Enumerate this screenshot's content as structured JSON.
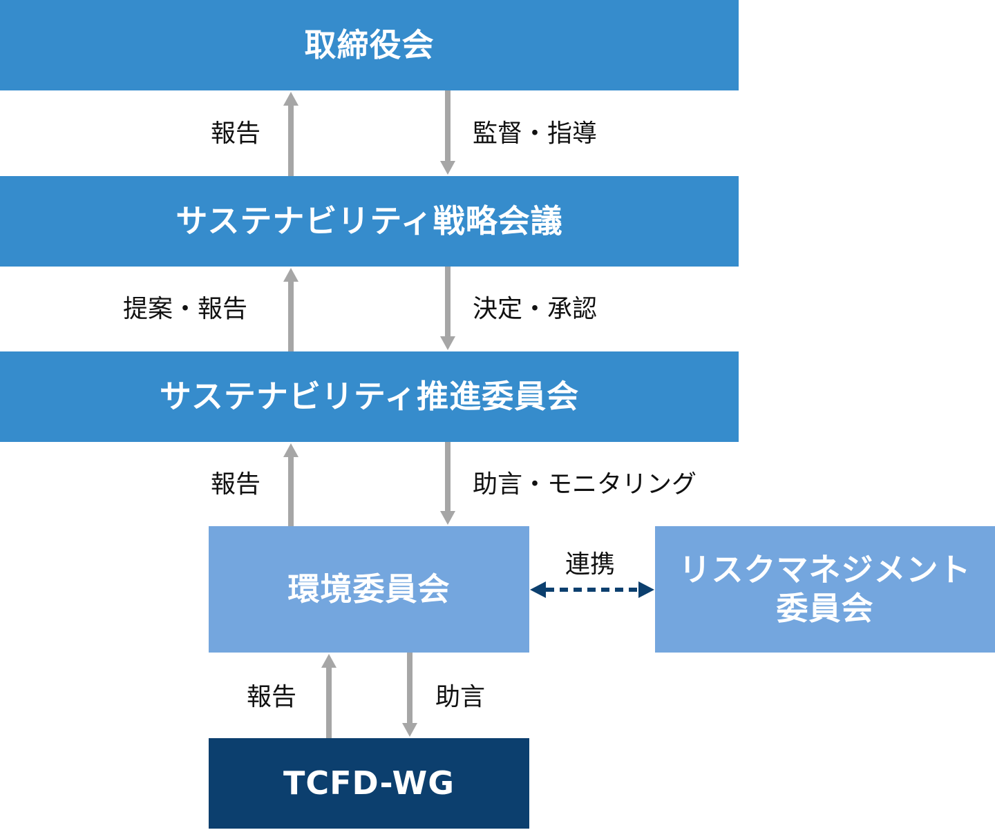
{
  "boxes": {
    "board": "取締役会",
    "strategy": "サステナビリティ戦略会議",
    "promotion": "サステナビリティ推進委員会",
    "environment": "環境委員会",
    "risk_line1": "リスクマネジメント",
    "risk_line2": "委員会",
    "tcfd": "TCFD-WG"
  },
  "labels": {
    "report_1": "報告",
    "supervise": "監督・指導",
    "propose_report": "提案・報告",
    "decide_approve": "決定・承認",
    "report_2": "報告",
    "advise_monitor": "助言・モニタリング",
    "collaborate": "連携",
    "report_3": "報告",
    "advise": "助言"
  },
  "colors": {
    "primary_box": "#368ccc",
    "secondary_box": "#74a6de",
    "tcfd_box": "#0c3f6e",
    "arrow": "#a6a6a6",
    "dashed_arrow": "#0c3f6e"
  }
}
